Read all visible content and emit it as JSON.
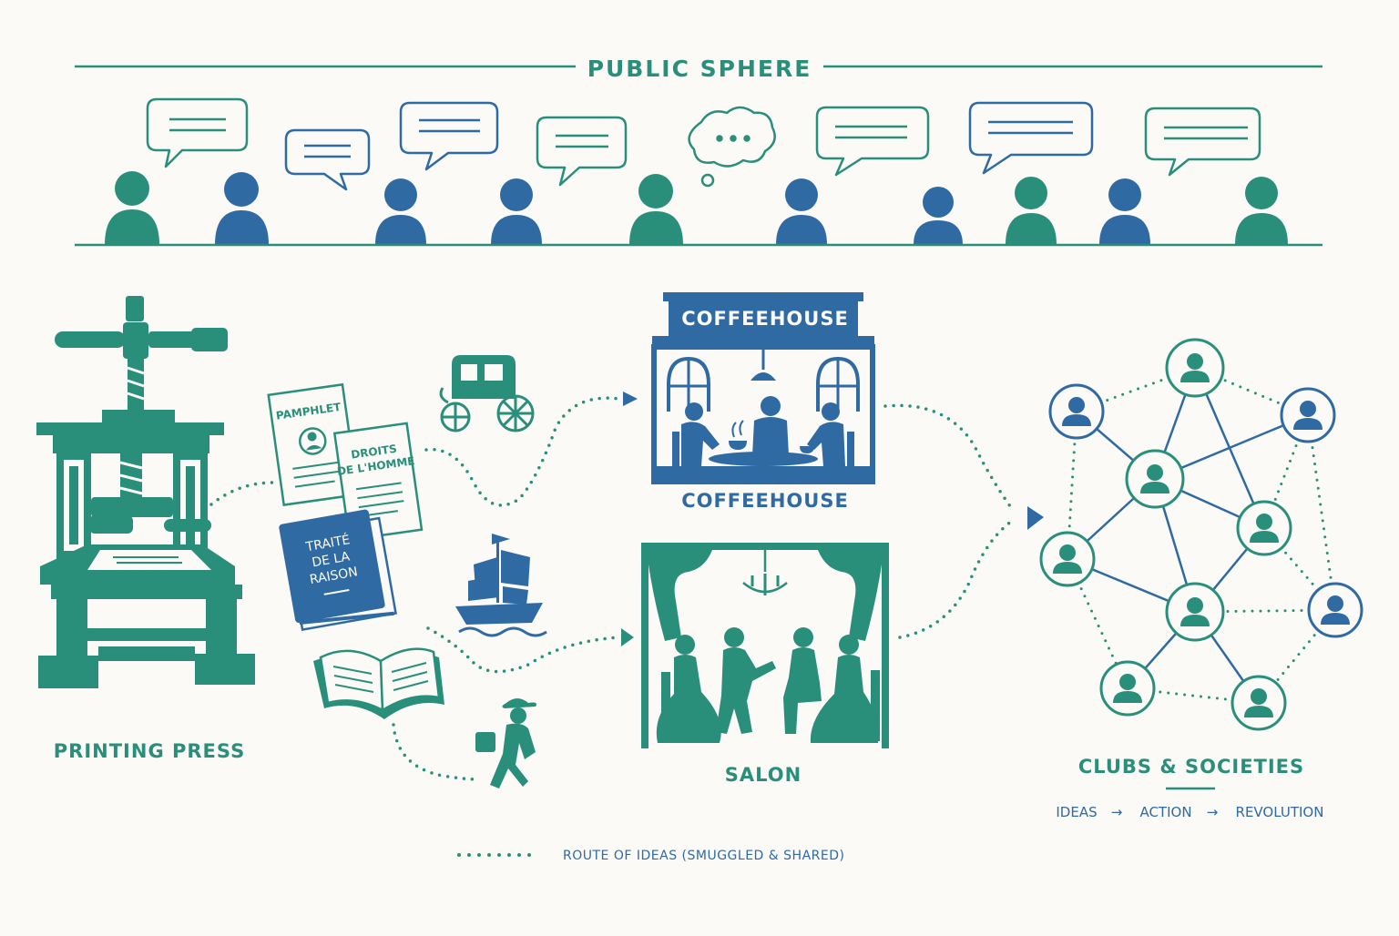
{
  "header": {
    "title": "PUBLIC SPHERE"
  },
  "printing_press": {
    "label": "PRINTING PRESS"
  },
  "documents": {
    "pamphlet": "PAMPHLET",
    "droits_line1": "DROITS",
    "droits_line2": "DE L'HOMME",
    "book_line1": "TRAITÉ",
    "book_line2": "DE LA",
    "book_line3": "RAISON"
  },
  "coffeehouse": {
    "sign": "COFFEEHOUSE",
    "label": "COFFEEHOUSE"
  },
  "salon": {
    "label": "SALON"
  },
  "clubs": {
    "title": "CLUBS & SOCIETIES",
    "flow": [
      "IDEAS",
      "ACTION",
      "REVOLUTION"
    ],
    "arrow": "→"
  },
  "legend": {
    "text": "ROUTE OF IDEAS (SMUGGLED & SHARED)"
  },
  "colors": {
    "teal": "#2a8f7a",
    "blue": "#2f6aa3",
    "background": "#fbfaf6"
  }
}
